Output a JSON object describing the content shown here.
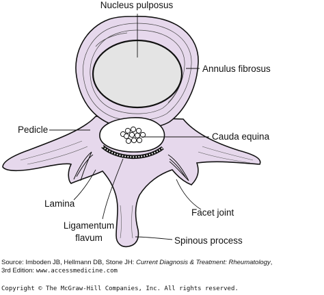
{
  "diagram": {
    "labels": {
      "nucleus": "Nucleus pulposus",
      "annulus": "Annulus fibrosus",
      "pedicle": "Pedicle",
      "cauda": "Cauda equina",
      "lamina": "Lamina",
      "facet": "Facet joint",
      "ligamentum_1": "Ligamentum",
      "ligamentum_2": "flavum",
      "spinous": "Spinous process"
    },
    "colors": {
      "bone_fill": "#e6d8ec",
      "nucleus_fill": "#e4e4e4",
      "canal_fill": "#ffffff",
      "outline": "#111111"
    }
  },
  "footer": {
    "source_prefix": "Source: Imboden JB, Hellmann DB, Stone JH: ",
    "source_title": "Current Diagnosis & Treatment: Rheumatology",
    "source_suffix": ",",
    "source_line2": "3rd Edition: ",
    "source_url": "www.accessmedicine.com",
    "copyright": "Copyright © The McGraw-Hill Companies, Inc. All rights reserved."
  }
}
